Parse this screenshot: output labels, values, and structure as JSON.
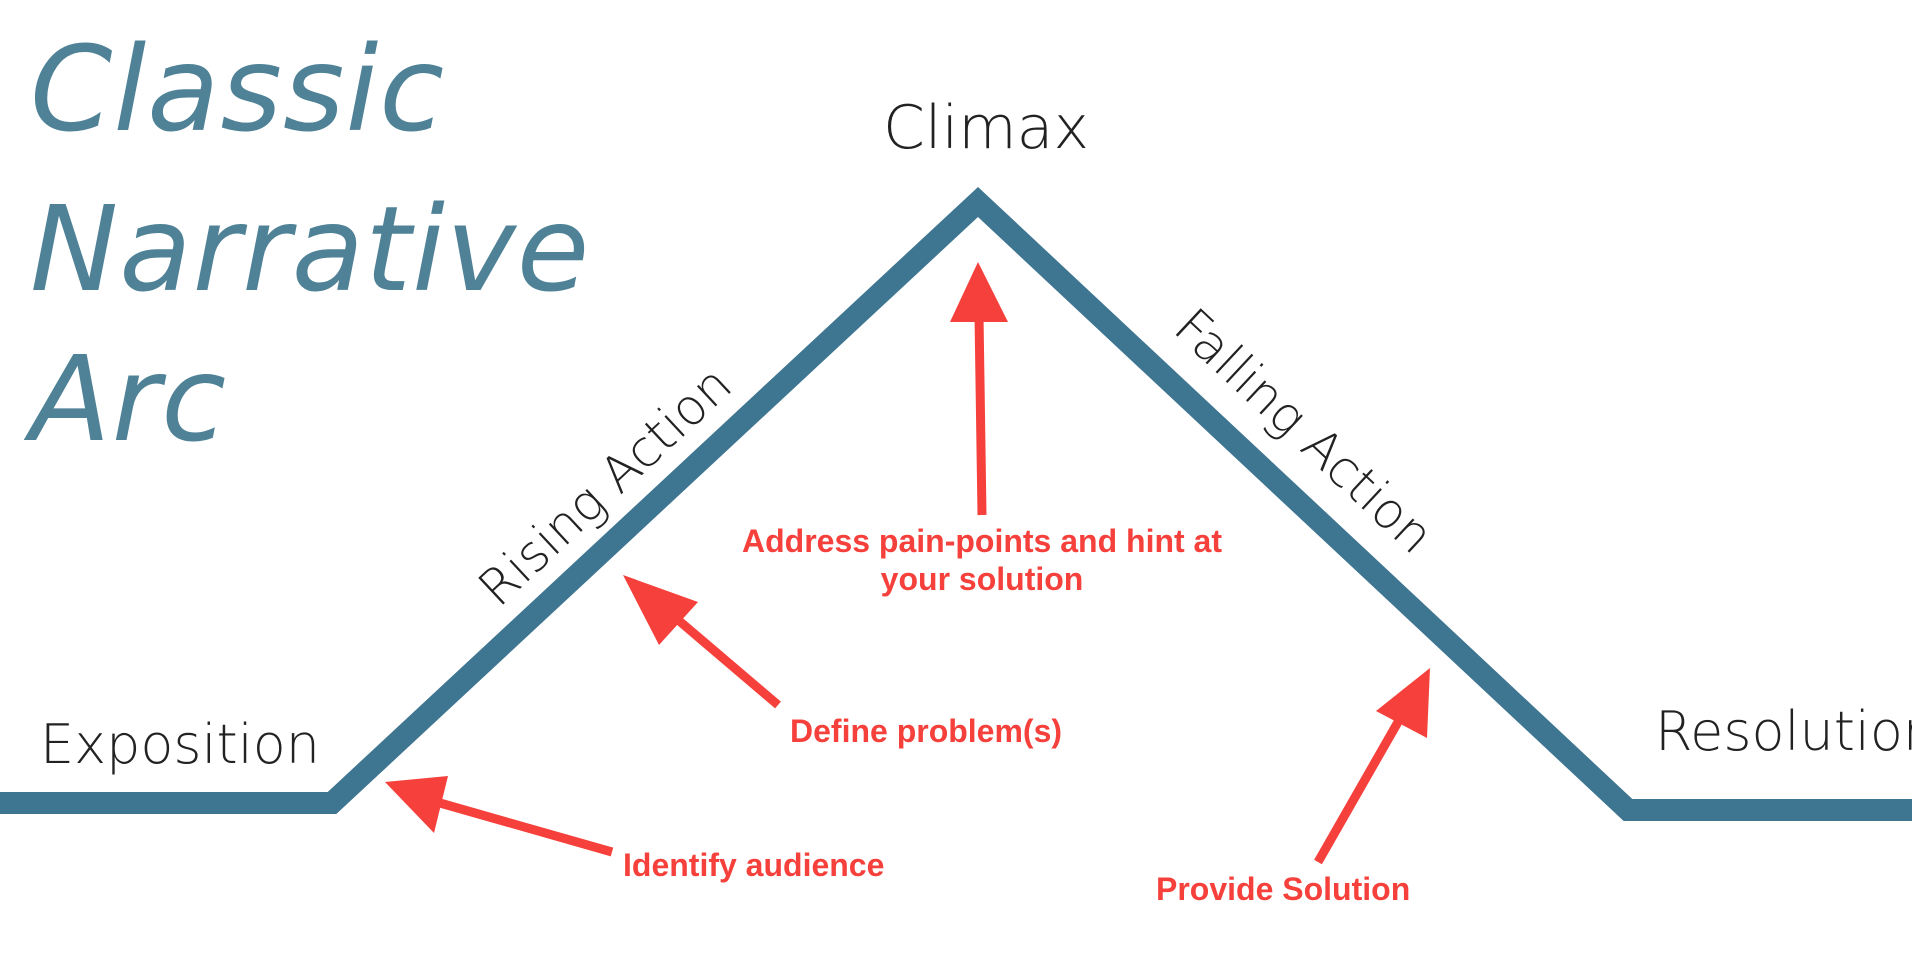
{
  "diagram": {
    "title_lines": [
      "Classic",
      "Narrative",
      "Arc"
    ],
    "phases": {
      "exposition": "Exposition",
      "rising_action": "Rising Action",
      "climax": "Climax",
      "falling_action": "Falling Action",
      "resolution": "Resolution"
    },
    "annotations": {
      "identify_audience": "Identify audience",
      "define_problems": "Define problem(s)",
      "address_pain_points": [
        "Address pain-points and hint at",
        "your solution"
      ],
      "provide_solution": "Provide Solution"
    },
    "colors": {
      "arc": "#3e7590",
      "title": "#4f8296",
      "annotation": "#f5403b",
      "label": "#222222"
    }
  }
}
